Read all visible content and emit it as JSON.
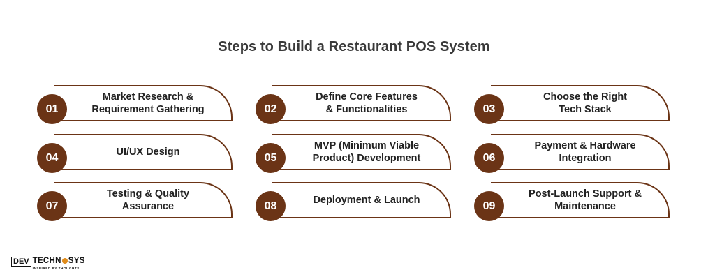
{
  "title": "Steps to Build a Restaurant POS System",
  "steps": [
    {
      "num": "01",
      "label": "Market Research &\nRequirement Gathering"
    },
    {
      "num": "02",
      "label": "Define Core Features\n& Functionalities"
    },
    {
      "num": "03",
      "label": "Choose the Right\nTech Stack"
    },
    {
      "num": "04",
      "label": "UI/UX Design"
    },
    {
      "num": "05",
      "label": "MVP (Minimum Viable\nProduct) Development"
    },
    {
      "num": "06",
      "label": "Payment & Hardware\nIntegration"
    },
    {
      "num": "07",
      "label": "Testing & Quality\nAssurance"
    },
    {
      "num": "08",
      "label": "Deployment & Launch"
    },
    {
      "num": "09",
      "label": "Post-Launch Support &\nMaintenance"
    }
  ],
  "logo": {
    "box": "DEV",
    "word_left": "TECHN",
    "word_right": "SYS",
    "tagline": "INSPIRED BY THOUGHTS"
  },
  "colors": {
    "accent": "#6b3416",
    "logo_dot": "#e08b1a"
  }
}
